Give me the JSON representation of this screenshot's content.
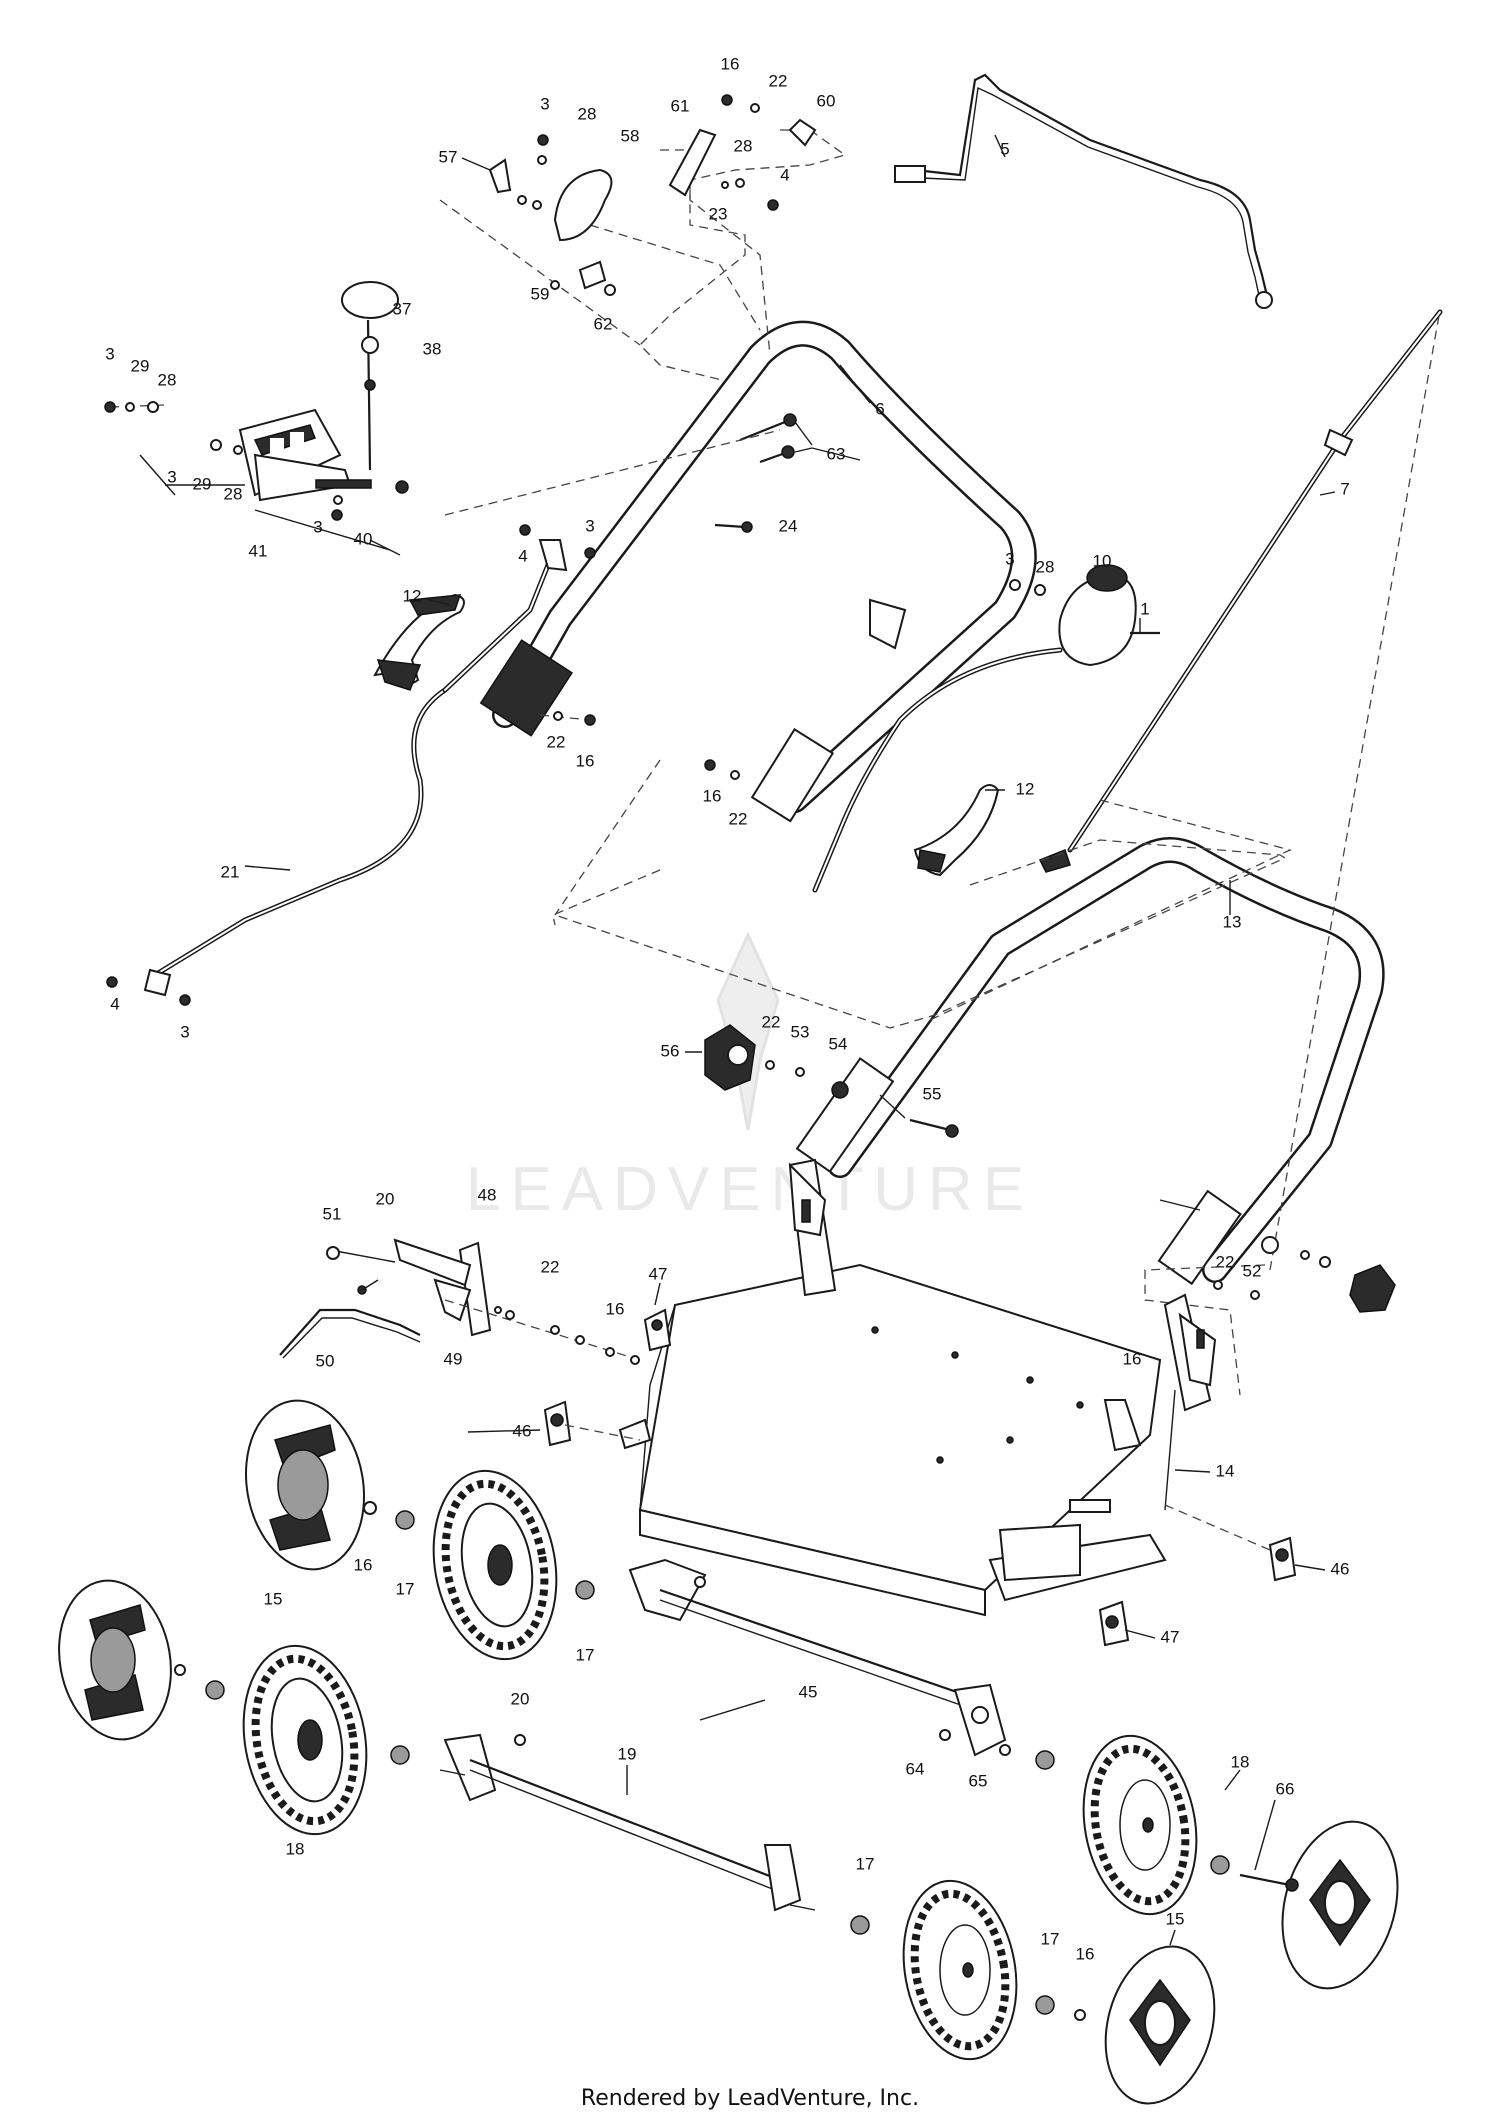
{
  "watermark": "LEADVENTURE",
  "footer": "Rendered by LeadVenture, Inc.",
  "labels": {
    "l1": "1",
    "l3a": "3",
    "l3b": "3",
    "l3c": "3",
    "l3d": "3",
    "l3e": "3",
    "l3f": "3",
    "l3g": "3",
    "l4a": "4",
    "l4b": "4",
    "l4c": "4",
    "l5": "5",
    "l6": "6",
    "l7": "7",
    "l10": "10",
    "l12a": "12",
    "l12b": "12",
    "l13": "13",
    "l14": "14",
    "l15a": "15",
    "l15b": "15",
    "l16a": "16",
    "l16b": "16",
    "l16c": "16",
    "l16d": "16",
    "l16e": "16",
    "l16f": "16",
    "l16g": "16",
    "l17a": "17",
    "l17b": "17",
    "l17c": "17",
    "l17d": "17",
    "l18a": "18",
    "l18b": "18",
    "l19": "19",
    "l20a": "20",
    "l20b": "20",
    "l21": "21",
    "l22a": "22",
    "l22b": "22",
    "l22c": "22",
    "l22d": "22",
    "l22e": "22",
    "l22f": "22",
    "l23": "23",
    "l24": "24",
    "l28a": "28",
    "l28b": "28",
    "l28c": "28",
    "l28d": "28",
    "l28e": "28",
    "l29a": "29",
    "l29b": "29",
    "l37": "37",
    "l38": "38",
    "l40": "40",
    "l41": "41",
    "l45": "45",
    "l46a": "46",
    "l46b": "46",
    "l47a": "47",
    "l47b": "47",
    "l48": "48",
    "l49": "49",
    "l50": "50",
    "l51": "51",
    "l52": "52",
    "l53": "53",
    "l54": "54",
    "l55": "55",
    "l56": "56",
    "l57": "57",
    "l58": "58",
    "l59": "59",
    "l60": "60",
    "l61": "61",
    "l62": "62",
    "l63": "63",
    "l64": "64",
    "l65": "65",
    "l66": "66"
  }
}
